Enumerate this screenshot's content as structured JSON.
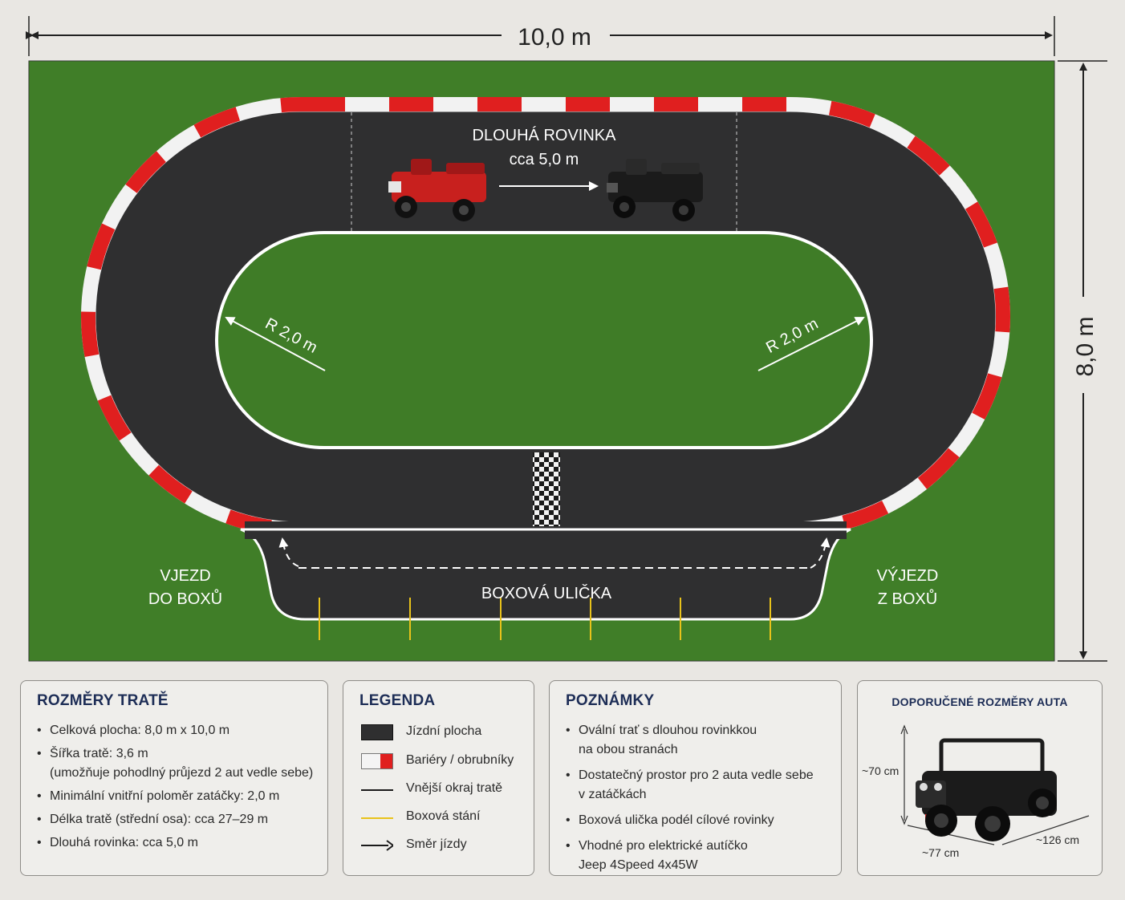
{
  "dimensions": {
    "width_label": "10,0 m",
    "height_label": "8,0 m"
  },
  "track": {
    "straight_label": "DLOUHÁ ROVINKA",
    "straight_length": "cca 5,0 m",
    "radius_left": "R 2,0 m",
    "radius_right": "R 2,0 m",
    "pit_entry_line1": "VJEZD",
    "pit_entry_line2": "DO BOXŮ",
    "pit_exit_line1": "VÝJEZD",
    "pit_exit_line2": "Z BOXŮ",
    "pit_lane_label": "BOXOVÁ ULIČKA",
    "colors": {
      "grass": "#3d7a26",
      "asphalt": "#2f2f30",
      "barrier_red": "#e01f1f",
      "barrier_white": "#f2f2f2",
      "pit_box_line": "#e8c21a",
      "red_car": "#c8201e",
      "black_car": "#1b1b1b"
    },
    "icons": [
      "red-jeep-car-icon",
      "black-jeep-car-icon",
      "direction-arrow-icon",
      "checkered-finish-line-icon"
    ]
  },
  "panels": {
    "dimensions": {
      "title": "ROZMĚRY TRATĚ",
      "items": [
        {
          "text": "Celková plocha: 8,0 m x 10,0 m",
          "sub": ""
        },
        {
          "text": "Šířka tratě: 3,6 m",
          "sub": "(umožňuje pohodlný průjezd 2 aut vedle sebe)"
        },
        {
          "text": "Minimální vnitřní poloměr zatáčky: 2,0 m",
          "sub": ""
        },
        {
          "text": "Délka tratě (střední osa): cca 27–29 m",
          "sub": ""
        },
        {
          "text": "Dlouhá rovinka: cca 5,0 m",
          "sub": ""
        }
      ]
    },
    "legend": {
      "title": "LEGENDA",
      "items": [
        {
          "label": "Jízdní plocha",
          "icon": "asphalt-swatch-icon"
        },
        {
          "label": "Bariéry / obrubníky",
          "icon": "barrier-swatch-icon"
        },
        {
          "label": "Vnější okraj tratě",
          "icon": "edge-line-icon"
        },
        {
          "label": "Boxová stání",
          "icon": "pit-box-line-icon"
        },
        {
          "label": "Směr jízdy",
          "icon": "direction-arrow-icon"
        }
      ]
    },
    "notes": {
      "title": "POZNÁMKY",
      "items": [
        {
          "line1": "Ovální trať s dlouhou rovinkkou",
          "line2": "na obou stranách"
        },
        {
          "line1": "Dostatečný prostor pro 2 auta vedle sebe",
          "line2": "v zatáčkách"
        },
        {
          "line1": "Boxová ulička podél cílové rovinky",
          "line2": ""
        },
        {
          "line1": "Vhodné pro elektrické autíčko",
          "line2": "Jeep 4Speed 4x45W"
        }
      ]
    },
    "car": {
      "title": "DOPORUČENÉ ROZMĚRY AUTA",
      "height": "~70 cm",
      "width": "~77 cm",
      "length": "~126 cm"
    }
  }
}
